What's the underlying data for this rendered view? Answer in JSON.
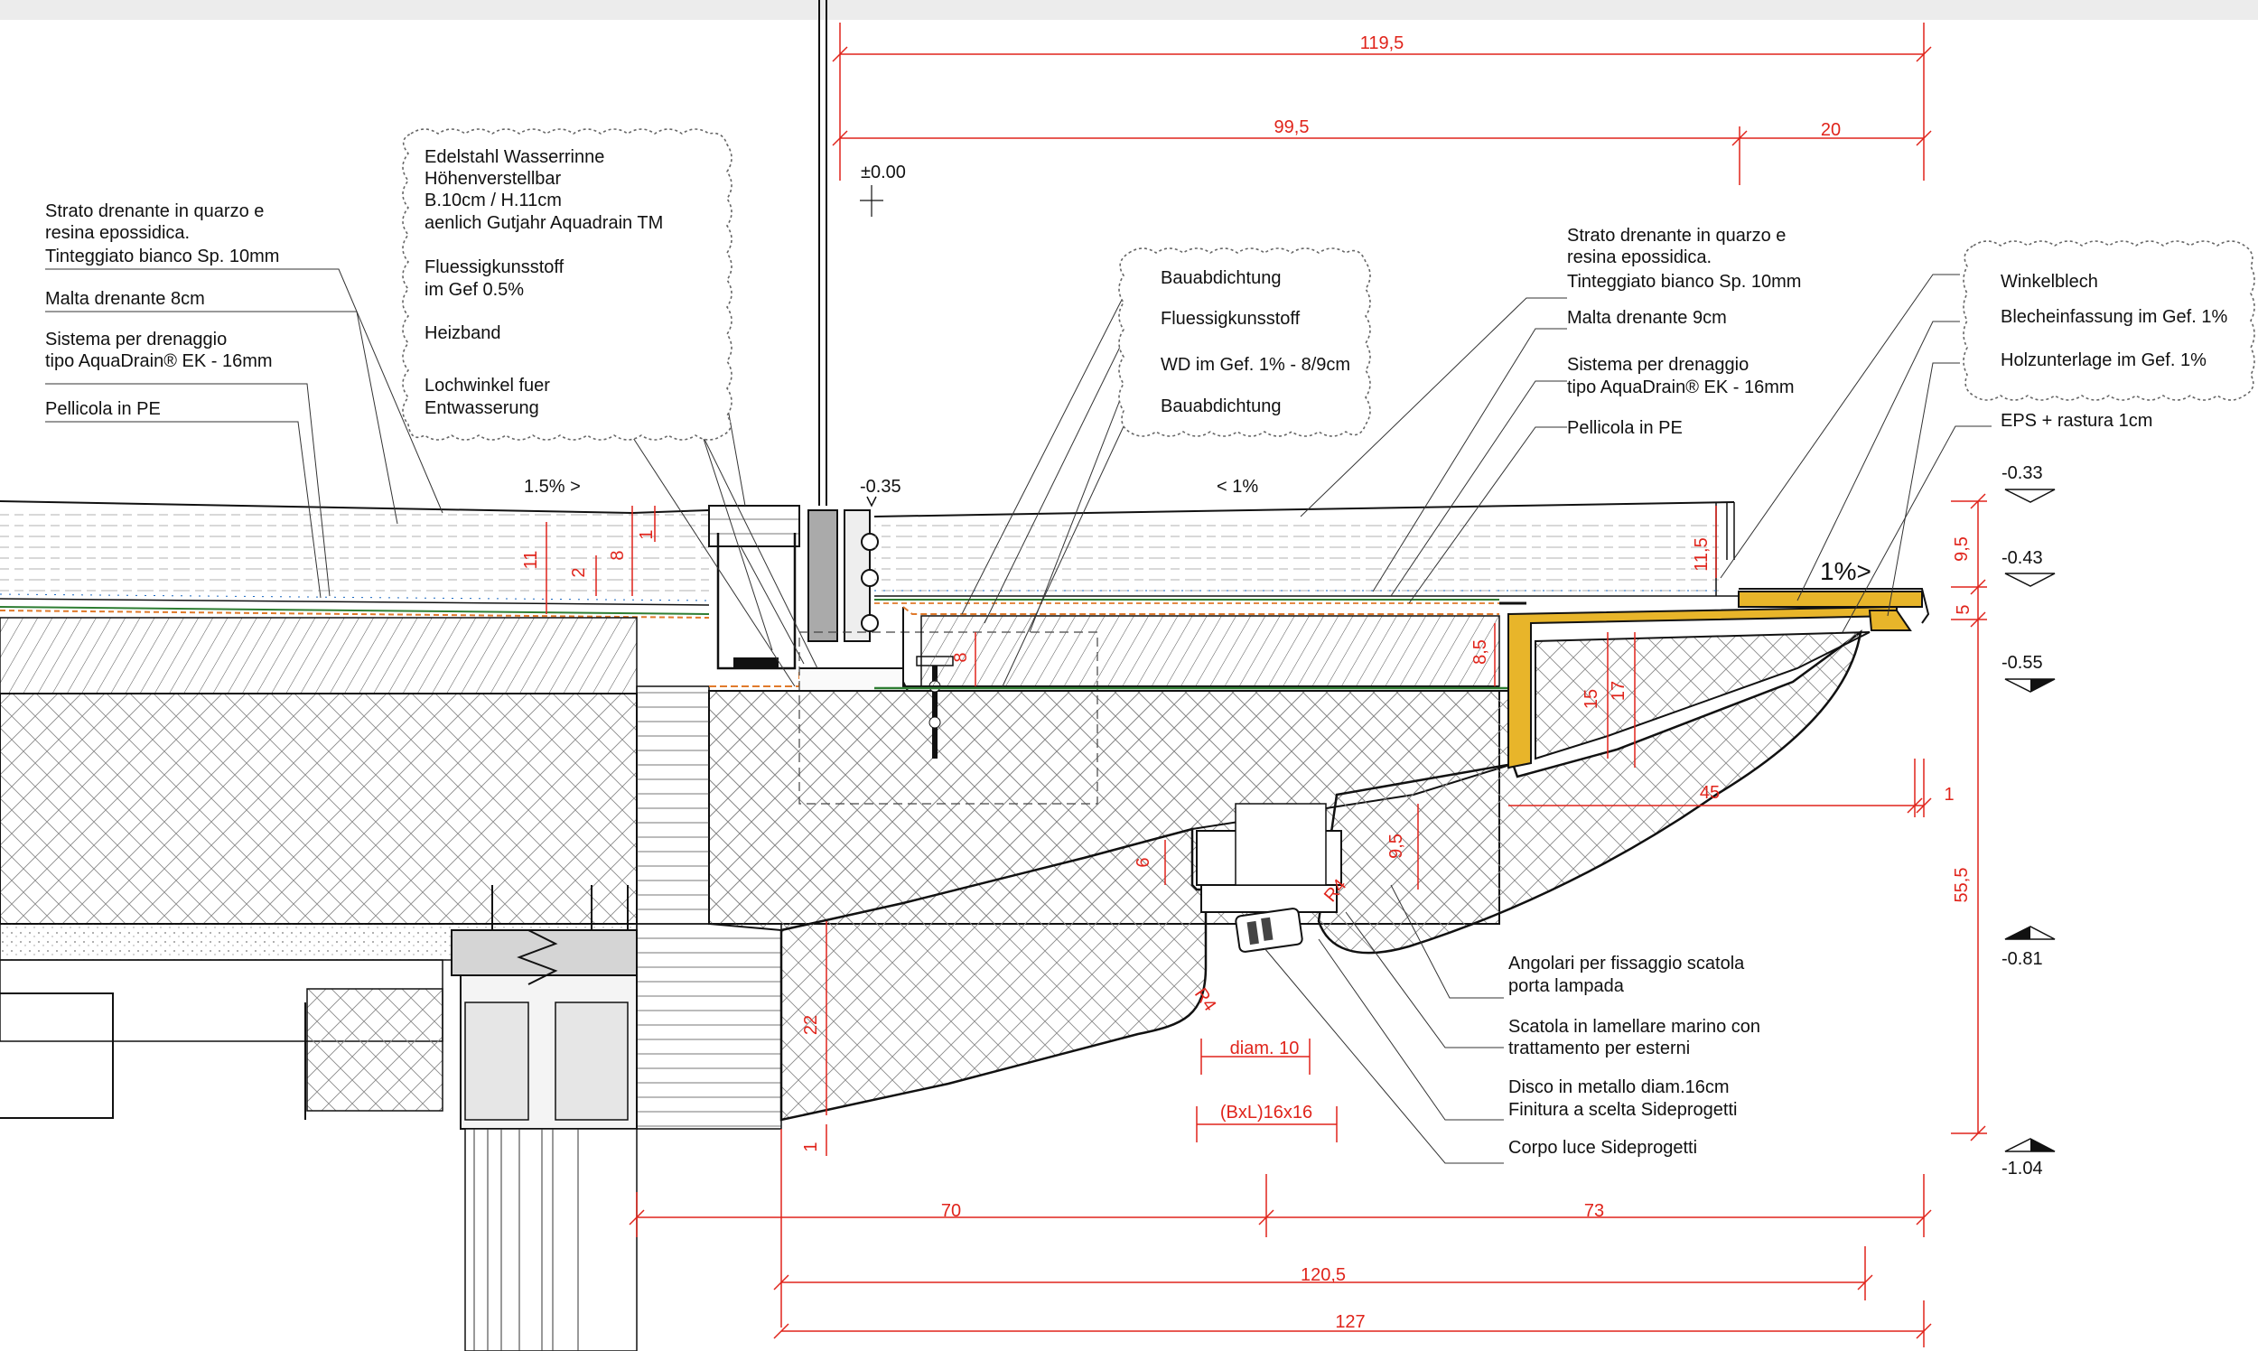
{
  "colors": {
    "dimension": "#e0241b",
    "line": "#111111",
    "insulation": "#e8b52a",
    "hatch": "#777777",
    "membrane": "#2e7d32",
    "seal": "#e07a2b"
  },
  "dimensions": {
    "d119_5": "119,5",
    "d99_5": "99,5",
    "d20": "20",
    "d70": "70",
    "d73": "73",
    "d120_5": "120,5",
    "d127": "127",
    "d45": "45",
    "d1": "1",
    "d55_5": "55,5",
    "d9_5_right": "9,5",
    "d5": "5",
    "d11": "11",
    "d8_left": "8",
    "d2": "2",
    "d1_small": "1",
    "d11_5": "11,5",
    "d8_5": "8,5",
    "d15": "15",
    "d17": "17",
    "d8_center": "8",
    "d6": "6",
    "d9_5_box": "9,5",
    "d22": "22",
    "d1_bottom": "1",
    "r4_left": "R4",
    "r4_right": "R4",
    "diam10": "diam. 10",
    "bxl": "(BxL)16x16"
  },
  "levels": {
    "pm000": "±0.00",
    "m035": "-0.35",
    "m033": "-0.33",
    "m043": "-0.43",
    "m055": "-0.55",
    "m081": "-0.81",
    "m104": "-1.04"
  },
  "slopes": {
    "left": "1.5% >",
    "middle": "< 1%",
    "right": "1%>"
  },
  "labels_left": [
    "Strato drenante in quarzo e",
    "resina epossidica.",
    "Tinteggiato bianco Sp. 10mm",
    "Malta drenante 8cm",
    "Sistema per drenaggio",
    "tipo AquaDrain® EK - 16mm",
    "Pellicola in PE"
  ],
  "cloud_gutter": [
    "Edelstahl Wasserrinne",
    "Höhenverstellbar",
    "B.10cm / H.11cm",
    "aenlich Gutjahr Aquadrain TM",
    "Fluessigkunsstoff",
    "im Gef 0.5%",
    "Heizband",
    "Lochwinkel fuer",
    "Entwasserung"
  ],
  "cloud_middle": [
    "Bauabdichtung",
    "Fluessigkunsstoff",
    "WD im Gef. 1% - 8/9cm",
    "Bauabdichtung"
  ],
  "labels_right": [
    "Strato drenante in quarzo e",
    "resina epossidica.",
    "Tinteggiato bianco Sp. 10mm",
    "Malta drenante  9cm",
    "Sistema per drenaggio",
    "tipo AquaDrain® EK - 16mm",
    "Pellicola in PE"
  ],
  "cloud_right": [
    "Winkelblech",
    "Blecheinfassung im Gef. 1%",
    "Holzunterlage im Gef. 1%"
  ],
  "label_eps": "EPS + rastura 1cm",
  "labels_bottom": [
    "Angolari per fissaggio scatola",
    "porta lampada",
    "Scatola in lamellare marino con",
    "trattamento per esterni",
    "Disco in metallo diam.16cm",
    "Finitura a scelta Sideprogetti",
    "Corpo luce Sideprogetti"
  ]
}
